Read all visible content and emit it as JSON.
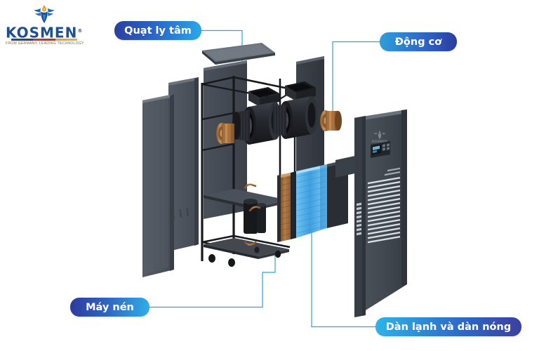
{
  "meta": {
    "background_color": "#ffffff",
    "image_kind": "exploded-view product diagram of an industrial dehumidifier"
  },
  "brand": {
    "name": "KOSMEN",
    "trademark": "®",
    "tagline": "FROM GERMANY, LEADING TECHNOLOGY",
    "mark_icon": "eagle-wings-flame-icon",
    "word_color": "#1d4f91",
    "tagline_color": "#8a6a3a",
    "rule_colors": [
      "#1d4f91",
      "#2f3f8f",
      "#c0392b",
      "#b33a2a",
      "#e0a43a",
      "#d8b24a"
    ]
  },
  "callouts": [
    {
      "id": "fan",
      "label": "Quạt ly tâm",
      "gradient_from": "#2b3f9e",
      "gradient_to": "#2aa9e6",
      "points_to": "centrifugal-fan-blower"
    },
    {
      "id": "motor",
      "label": "Động cơ",
      "gradient_from": "#2e9fdd",
      "gradient_to": "#2b3b9c",
      "points_to": "electric-motor"
    },
    {
      "id": "compressor",
      "label": "Máy nén",
      "gradient_from": "#2b3b9c",
      "gradient_to": "#31aee8",
      "points_to": "compressor-unit"
    },
    {
      "id": "coils",
      "label": "Dàn lạnh và dàn nóng",
      "gradient_from": "#2fb3e8",
      "gradient_to": "#3b3fa0",
      "points_to": "evaporator-and-condenser-coils"
    }
  ],
  "diagram": {
    "leader_line_color": "#2ea3d8",
    "parts": [
      {
        "name": "top-cover-panel",
        "finish": "textured dark slate",
        "color": "#4a5059"
      },
      {
        "name": "left-side-panel",
        "finish": "matte dark slate",
        "color": "#4e545d"
      },
      {
        "name": "inner-left-panel",
        "finish": "matte dark slate",
        "color": "#474d56"
      },
      {
        "name": "steel-chassis-frame",
        "finish": "black powder coat",
        "color": "#1b1d20"
      },
      {
        "name": "caster-wheels",
        "count": 4,
        "color": "#16181b"
      },
      {
        "name": "centrifugal-fan-blower",
        "count": 2,
        "color": "#2a2d31"
      },
      {
        "name": "fan-outlet-duct",
        "count": 2,
        "color": "#2a2d31"
      },
      {
        "name": "electric-motor",
        "count": 2,
        "finish": "copper winding",
        "color": "#b07b3e"
      },
      {
        "name": "condenser-coil",
        "finish": "copper fins",
        "color": "#a9703f"
      },
      {
        "name": "evaporator-coil",
        "finish": "blue aluminium fins",
        "color": "#4aa8e8"
      },
      {
        "name": "compressor-unit",
        "finish": "black cylinder",
        "color": "#1c1e22"
      },
      {
        "name": "refrigerant-copper-piping",
        "color": "#b5803f"
      },
      {
        "name": "rear-divider-panel",
        "color": "#3d434b"
      },
      {
        "name": "front-door-panel",
        "color": "#464c55",
        "features": [
          "brand-logo-emboss",
          "control-display",
          "ventilation-louvers"
        ]
      }
    ],
    "front_panel": {
      "logo_icon": "kosmen-mark-icon",
      "display_icon": "control-display-icon"
    }
  }
}
